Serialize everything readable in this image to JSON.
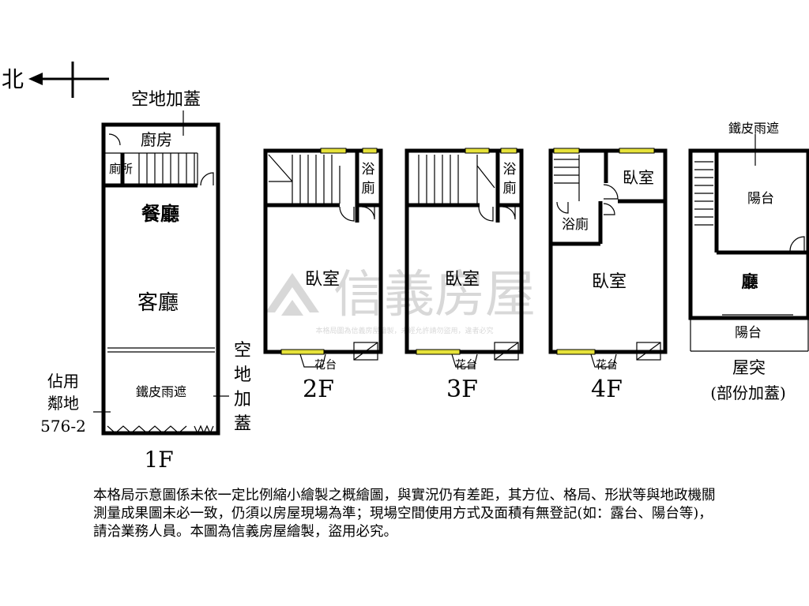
{
  "compass": {
    "north_label": "北"
  },
  "floor1": {
    "title": "1F",
    "annex_top": "空地加蓋",
    "kitchen": "廚房",
    "toilet": "廁所",
    "dining": "餐廳",
    "living": "客廳",
    "iron_awning": "鐵皮雨遮",
    "side_annex": [
      "空",
      "地",
      "加",
      "蓋"
    ],
    "neighbor_land": [
      "佔用",
      "鄰地",
      "576-2"
    ]
  },
  "floor2": {
    "title": "2F",
    "bath": [
      "浴",
      "廁"
    ],
    "bedroom": "臥室",
    "flower_bed": "花台"
  },
  "floor3": {
    "title": "3F",
    "bath": [
      "浴",
      "廁"
    ],
    "bedroom": "臥室",
    "flower_bed": "花台"
  },
  "floor4": {
    "title": "4F",
    "bedroom_small": "臥室",
    "bath": "浴廁",
    "bedroom": "臥室",
    "flower_bed": "花台"
  },
  "roof": {
    "title_line1": "屋突",
    "title_line2": "(部份加蓋)",
    "iron_awning": "鐵皮雨遮",
    "balcony_top": "陽台",
    "hall": "廳",
    "balcony_bottom": "陽台"
  },
  "watermark": {
    "brand": "信義房屋",
    "notice": "本格局圖為信義房屋繪製，未經允許請勿盜用，違者必究"
  },
  "disclaimer": "本格局示意圖係未依一定比例縮小繪製之概繪圖，與實況仍有差距，其方位、格局、形狀等與地政機關測量成果圖未必一致，仍須以房屋現場為準；現場空間使用方式及面積有無登記(如：露台、陽台等)，請洽業務人員。本圖為信義房屋繪製，盜用必究。",
  "colors": {
    "window": "#e6e23a",
    "wall": "#000000",
    "watermark": "#d8d8d8"
  }
}
